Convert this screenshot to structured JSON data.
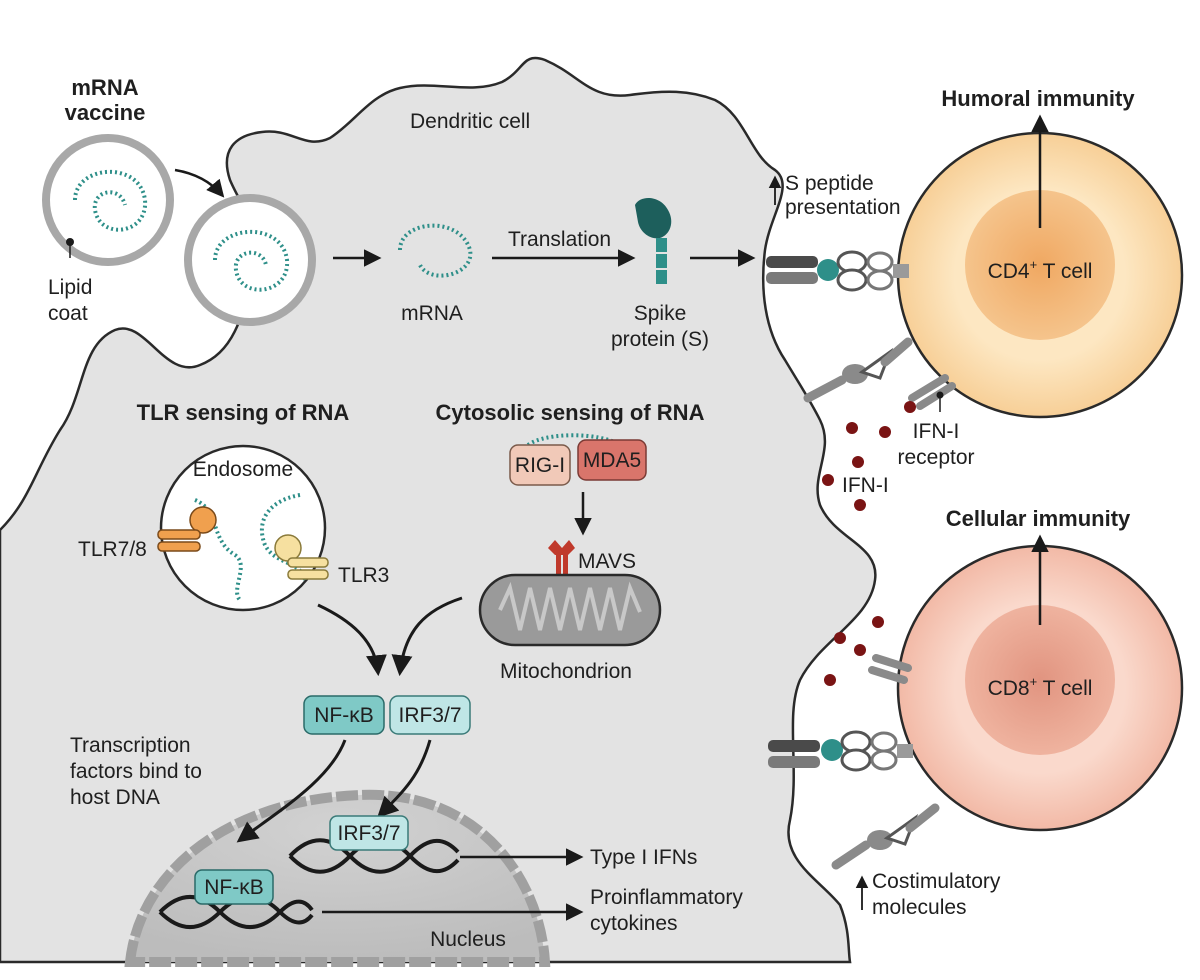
{
  "labels": {
    "mrna_vaccine_line1": "mRNA",
    "mrna_vaccine_line2": "vaccine",
    "lipid_coat_line1": "Lipid",
    "lipid_coat_line2": "coat",
    "dendritic_cell": "Dendritic cell",
    "mrna": "mRNA",
    "translation": "Translation",
    "spike_line1": "Spike",
    "spike_line2": "protein (S)",
    "s_peptide_line1": "S peptide",
    "s_peptide_line2": "presentation",
    "humoral_immunity": "Humoral immunity",
    "cd4_main": "CD4",
    "cd4_sup": "+",
    "cd4_tail": " T cell",
    "tlr_sensing": "TLR sensing of RNA",
    "cytosolic_sensing": "Cytosolic sensing of RNA",
    "endosome": "Endosome",
    "tlr78": "TLR7/8",
    "tlr3": "TLR3",
    "rigi": "RIG-I",
    "mda5": "MDA5",
    "mavs": "MAVS",
    "mitochondrion": "Mitochondrion",
    "ifn_receptor_line1": "IFN-I",
    "ifn_receptor_line2": "receptor",
    "ifn_i": "IFN-I",
    "cellular_immunity": "Cellular immunity",
    "cd8_main": "CD8",
    "cd8_sup": "+",
    "cd8_tail": " T cell",
    "nfkb_box": "NF-κB",
    "irf37_box": "IRF3/7",
    "tf_line1": "Transcription",
    "tf_line2": "factors bind to",
    "tf_line3": "host DNA",
    "irf37_nucleus": "IRF3/7",
    "nfkb_nucleus": "NF-κB",
    "type1_ifns": "Type I IFNs",
    "proinflam_line1": "Proinflammatory",
    "proinflam_line2": "cytokines",
    "nucleus": "Nucleus",
    "costim_line1": "Costimulatory",
    "costim_line2": "molecules"
  },
  "colors": {
    "cell_fill": "#e3e3e3",
    "teal": "#2e8f89",
    "dark_teal": "#1d5f5c",
    "cd4_outer": "#fbe0b3",
    "cd4_inner": "#f0b273",
    "cd8_outer": "#f8cfc0",
    "cd8_inner": "#eaa792",
    "ifn_dot": "#7a1414",
    "tlr78": "#f0a04e",
    "tlr3": "#f6e0a0",
    "rigi": "#f1c9b8",
    "mda5": "#d9756b",
    "mavs": "#c0392b",
    "nfkb_box": "#7fc9c6",
    "irf_box": "#bfe6e6"
  }
}
